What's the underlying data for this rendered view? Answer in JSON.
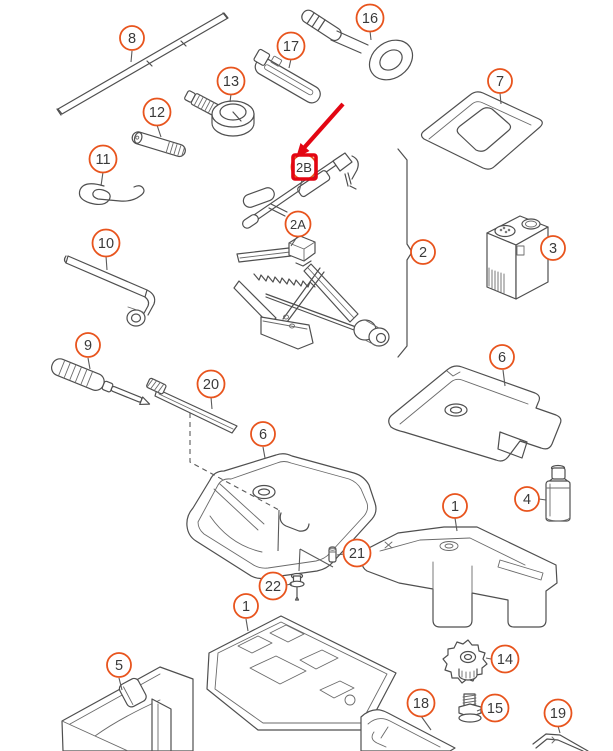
{
  "diagram": {
    "type": "exploded-parts-diagram",
    "subject": "vehicle tool kit, scissor jack and storage tray parts",
    "highlighted_callout": "2B",
    "annotation": {
      "style": "red-arrow-and-box",
      "target": "2B"
    }
  },
  "colors": {
    "callout": "#e8541d",
    "highlight": "#e30613",
    "line": "#4f4f4f",
    "label_text": "#3a3a3a",
    "background": "#ffffff"
  },
  "callouts": [
    {
      "label": "8",
      "part": "extension-rod"
    },
    {
      "label": "16",
      "part": "tow-eye-bolt"
    },
    {
      "label": "17",
      "part": "hubcap-puller-clip"
    },
    {
      "label": "13",
      "part": "dial-gauge"
    },
    {
      "label": "7",
      "part": "cover-plate"
    },
    {
      "label": "12",
      "part": "threaded-pin"
    },
    {
      "label": "11",
      "part": "wire-hook"
    },
    {
      "label": "2B",
      "part": "jack-crank-handle"
    },
    {
      "label": "2A",
      "part": "scissor-jack"
    },
    {
      "label": "2",
      "part": "jack-assembly"
    },
    {
      "label": "3",
      "part": "air-compressor"
    },
    {
      "label": "10",
      "part": "wheel-bolt-wrench"
    },
    {
      "label": "9",
      "part": "screwdriver"
    },
    {
      "label": "6",
      "part": "foam-tray-cover-right"
    },
    {
      "label": "20",
      "part": "pry-lever"
    },
    {
      "label": "6",
      "part": "foam-tray-cover-center"
    },
    {
      "label": "4",
      "part": "sealant-bottle"
    },
    {
      "label": "1",
      "part": "foam-tool-tray-right"
    },
    {
      "label": "21",
      "part": "spacer-pin"
    },
    {
      "label": "22",
      "part": "fastening-screw"
    },
    {
      "label": "1",
      "part": "foam-tool-tray-center"
    },
    {
      "label": "5",
      "part": "storage-pocket"
    },
    {
      "label": "14",
      "part": "wing-nut"
    },
    {
      "label": "18",
      "part": "mounting-bracket"
    },
    {
      "label": "15",
      "part": "fastening-bolt"
    },
    {
      "label": "19",
      "part": "trim-panel"
    }
  ]
}
